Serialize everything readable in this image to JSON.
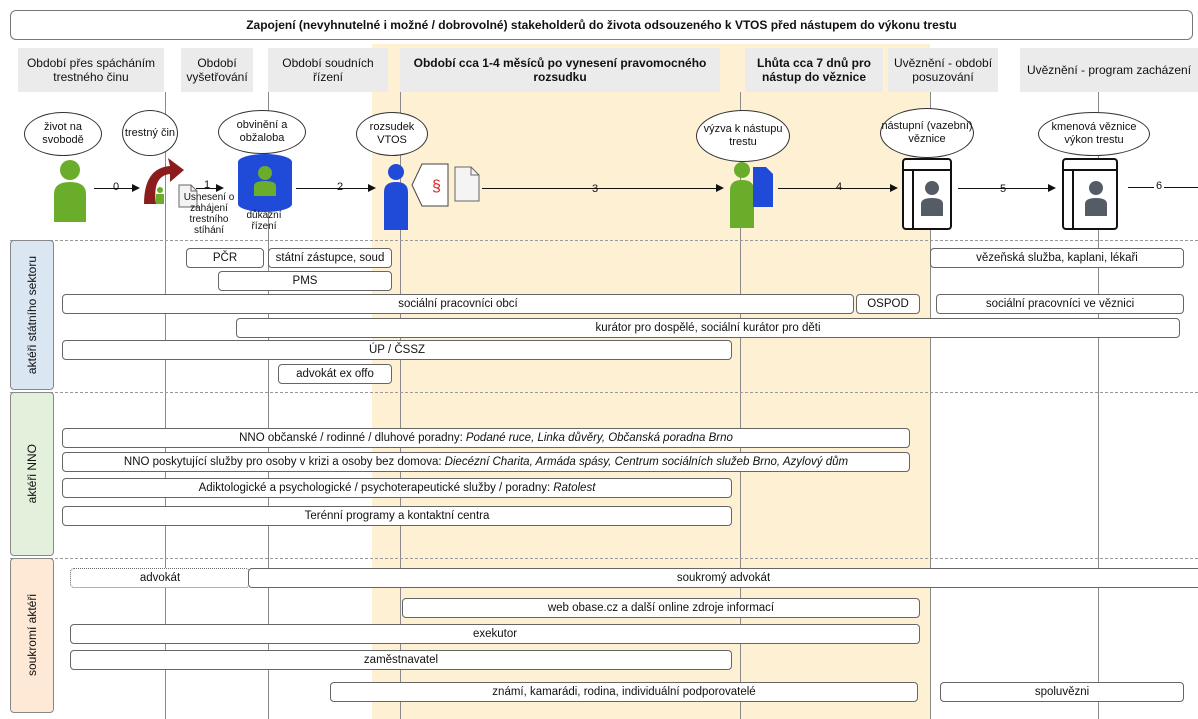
{
  "title": "Zapojení (nevyhnutelné i možné / dobrovolné) stakeholderů do života odsouzeného k VTOS před nástupem do výkonu trestu",
  "phases": [
    "Období přes spácháním trestného činu",
    "Období vyšetřování",
    "Období soudních řízení",
    "Období cca 1-4 měsíců po vynesení pravomocného rozsudku",
    "Lhůta cca 7 dnů pro nástup do věznice",
    "Uvěznění - období posuzování",
    "Uvěznění - program zacházení"
  ],
  "clouds": {
    "c1": "život na svobodě",
    "c2": "trestný čin",
    "c3": "obvinění a obžaloba",
    "c4": "rozsudek VTOS",
    "c5": "výzva k nástupu trestu",
    "c6": "nástupní (vazební) věznice",
    "c7": "kmenová věznice výkon trestu"
  },
  "labels": {
    "usneseni": "Usnesení o zahájení trestního stíhání",
    "dukazni": "důkazní řízení",
    "paragraph": "§"
  },
  "arrows": [
    "0",
    "1",
    "2",
    "3",
    "4",
    "5",
    "6"
  ],
  "groups": {
    "state": "aktéři státního sektoru",
    "nno": "aktéři NNO",
    "private": "soukromí aktéři"
  },
  "bars": {
    "pcr": "PČR",
    "statni_zastupce": "státní zástupce, soud",
    "vezenska": "vězeňská služba, kaplani, lékaři",
    "pms": "PMS",
    "socialni_obci": "sociální pracovníci obcí",
    "ospod": "OSPOD",
    "socialni_veznice": "sociální pracovníci ve věznici",
    "kurator": "kurátor pro dospělé, sociální kurátor pro děti",
    "up_cssz": "ÚP / ČSSZ",
    "advokat_ex_offo": "advokát ex offo",
    "nno1_text": "NNO občanské / rodinné / dluhové poradny:",
    "nno1_italic": "Podané ruce, Linka důvěry, Občanská poradna Brno",
    "nno2_text": "NNO poskytující služby pro osoby v krizi a osoby bez domova:",
    "nno2_italic": "Diecézní Charita, Armáda spásy, Centrum sociálních služeb Brno, Azylový dům",
    "nno3_text": "Adiktologické a psychologické / psychoterapeutické služby / poradny:",
    "nno3_italic": "Ratolest",
    "nno4_text": "Terénní programy a kontaktní centra",
    "advokat": "advokát",
    "soukromy_advokat": "soukromý advokát",
    "web": "web obase.cz a další online zdroje informací",
    "exekutor": "exekutor",
    "zamestnavatel": "zaměstnavatel",
    "znami": "známí, kamarádi, rodina, individuální podporovatelé",
    "spoluvezni": "spoluvězni"
  },
  "colors": {
    "person_green": "#6aad2b",
    "person_blue": "#1f4bd8",
    "highlight": "#fdf0d3",
    "state_band": "#dbe6f3",
    "nno_band": "#e3f0dc",
    "private_band": "#fde9d5",
    "crime_arrow": "#8b1d1d"
  }
}
